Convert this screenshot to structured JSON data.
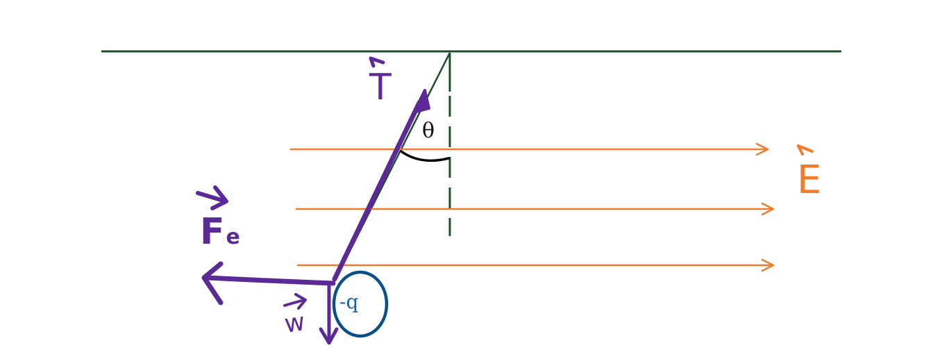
{
  "labels": {
    "theta": "θ",
    "charge": "-q",
    "field": "E",
    "tension": "T",
    "electric_force_main": "F",
    "electric_force_sub": "e",
    "weight": "w"
  },
  "colors": {
    "ceiling": "#1e4d2b",
    "string": "#1e4d2b",
    "vertical_reference": "#1e4d2b",
    "field_lines": "#f47b2a",
    "force_vectors": "#5b2a96",
    "charge_circle": "#0b4f8a",
    "charge_text": "#1a62a8",
    "angle_arc": "#000000"
  },
  "icons": {
    "field_arrowheads": "open-chevron-right",
    "vector_arrows": "filled-arrowhead",
    "vector_overbars": "harpoon-over-letter"
  }
}
